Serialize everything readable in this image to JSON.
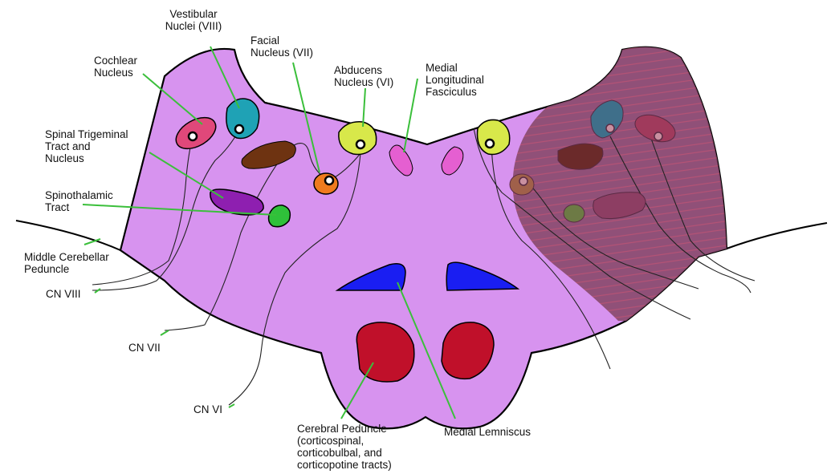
{
  "labels": {
    "vestibular": "Vestibular\nNuclei (VIII)",
    "facial": "Facial\nNucleus (VII)",
    "abducens": "Abducens\nNucleus (VI)",
    "mlf": "Medial\nLongitudinal\nFasciculus",
    "cochlear": "Cochlear\nNucleus",
    "spinal_trigeminal": "Spinal Trigeminal\nTract and\nNucleus",
    "spinothalamic": "Spinothalamic\nTract",
    "middle_cerebellar": "Middle Cerebellar\nPeduncle",
    "cn8": "CN VIII",
    "cn7": "CN VII",
    "cn6": "CN VI",
    "cerebral_peduncle": "Cerebral Peduncle\n(corticospinal,\ncorticobulbal, and\ncorticopotine tracts)",
    "medial_lemniscus": "Medial Lemniscus"
  },
  "colors": {
    "pons": "#d793ef",
    "lesion": "#8a4a6e",
    "leader": "#3bbf3b",
    "cochlear": "#e0487a",
    "vestibular": "#1fa2b5",
    "facial": "#ef7b1e",
    "abducens": "#d8e84a",
    "mlf": "#e55fd1",
    "spinal_trigeminal": "#8e1fb0",
    "spinothalamic": "#2fc13a",
    "brown_nucleus": "#6e3311",
    "medial_lemniscus": "#1a1ef2",
    "cerebral_peduncle": "#c0102a"
  }
}
